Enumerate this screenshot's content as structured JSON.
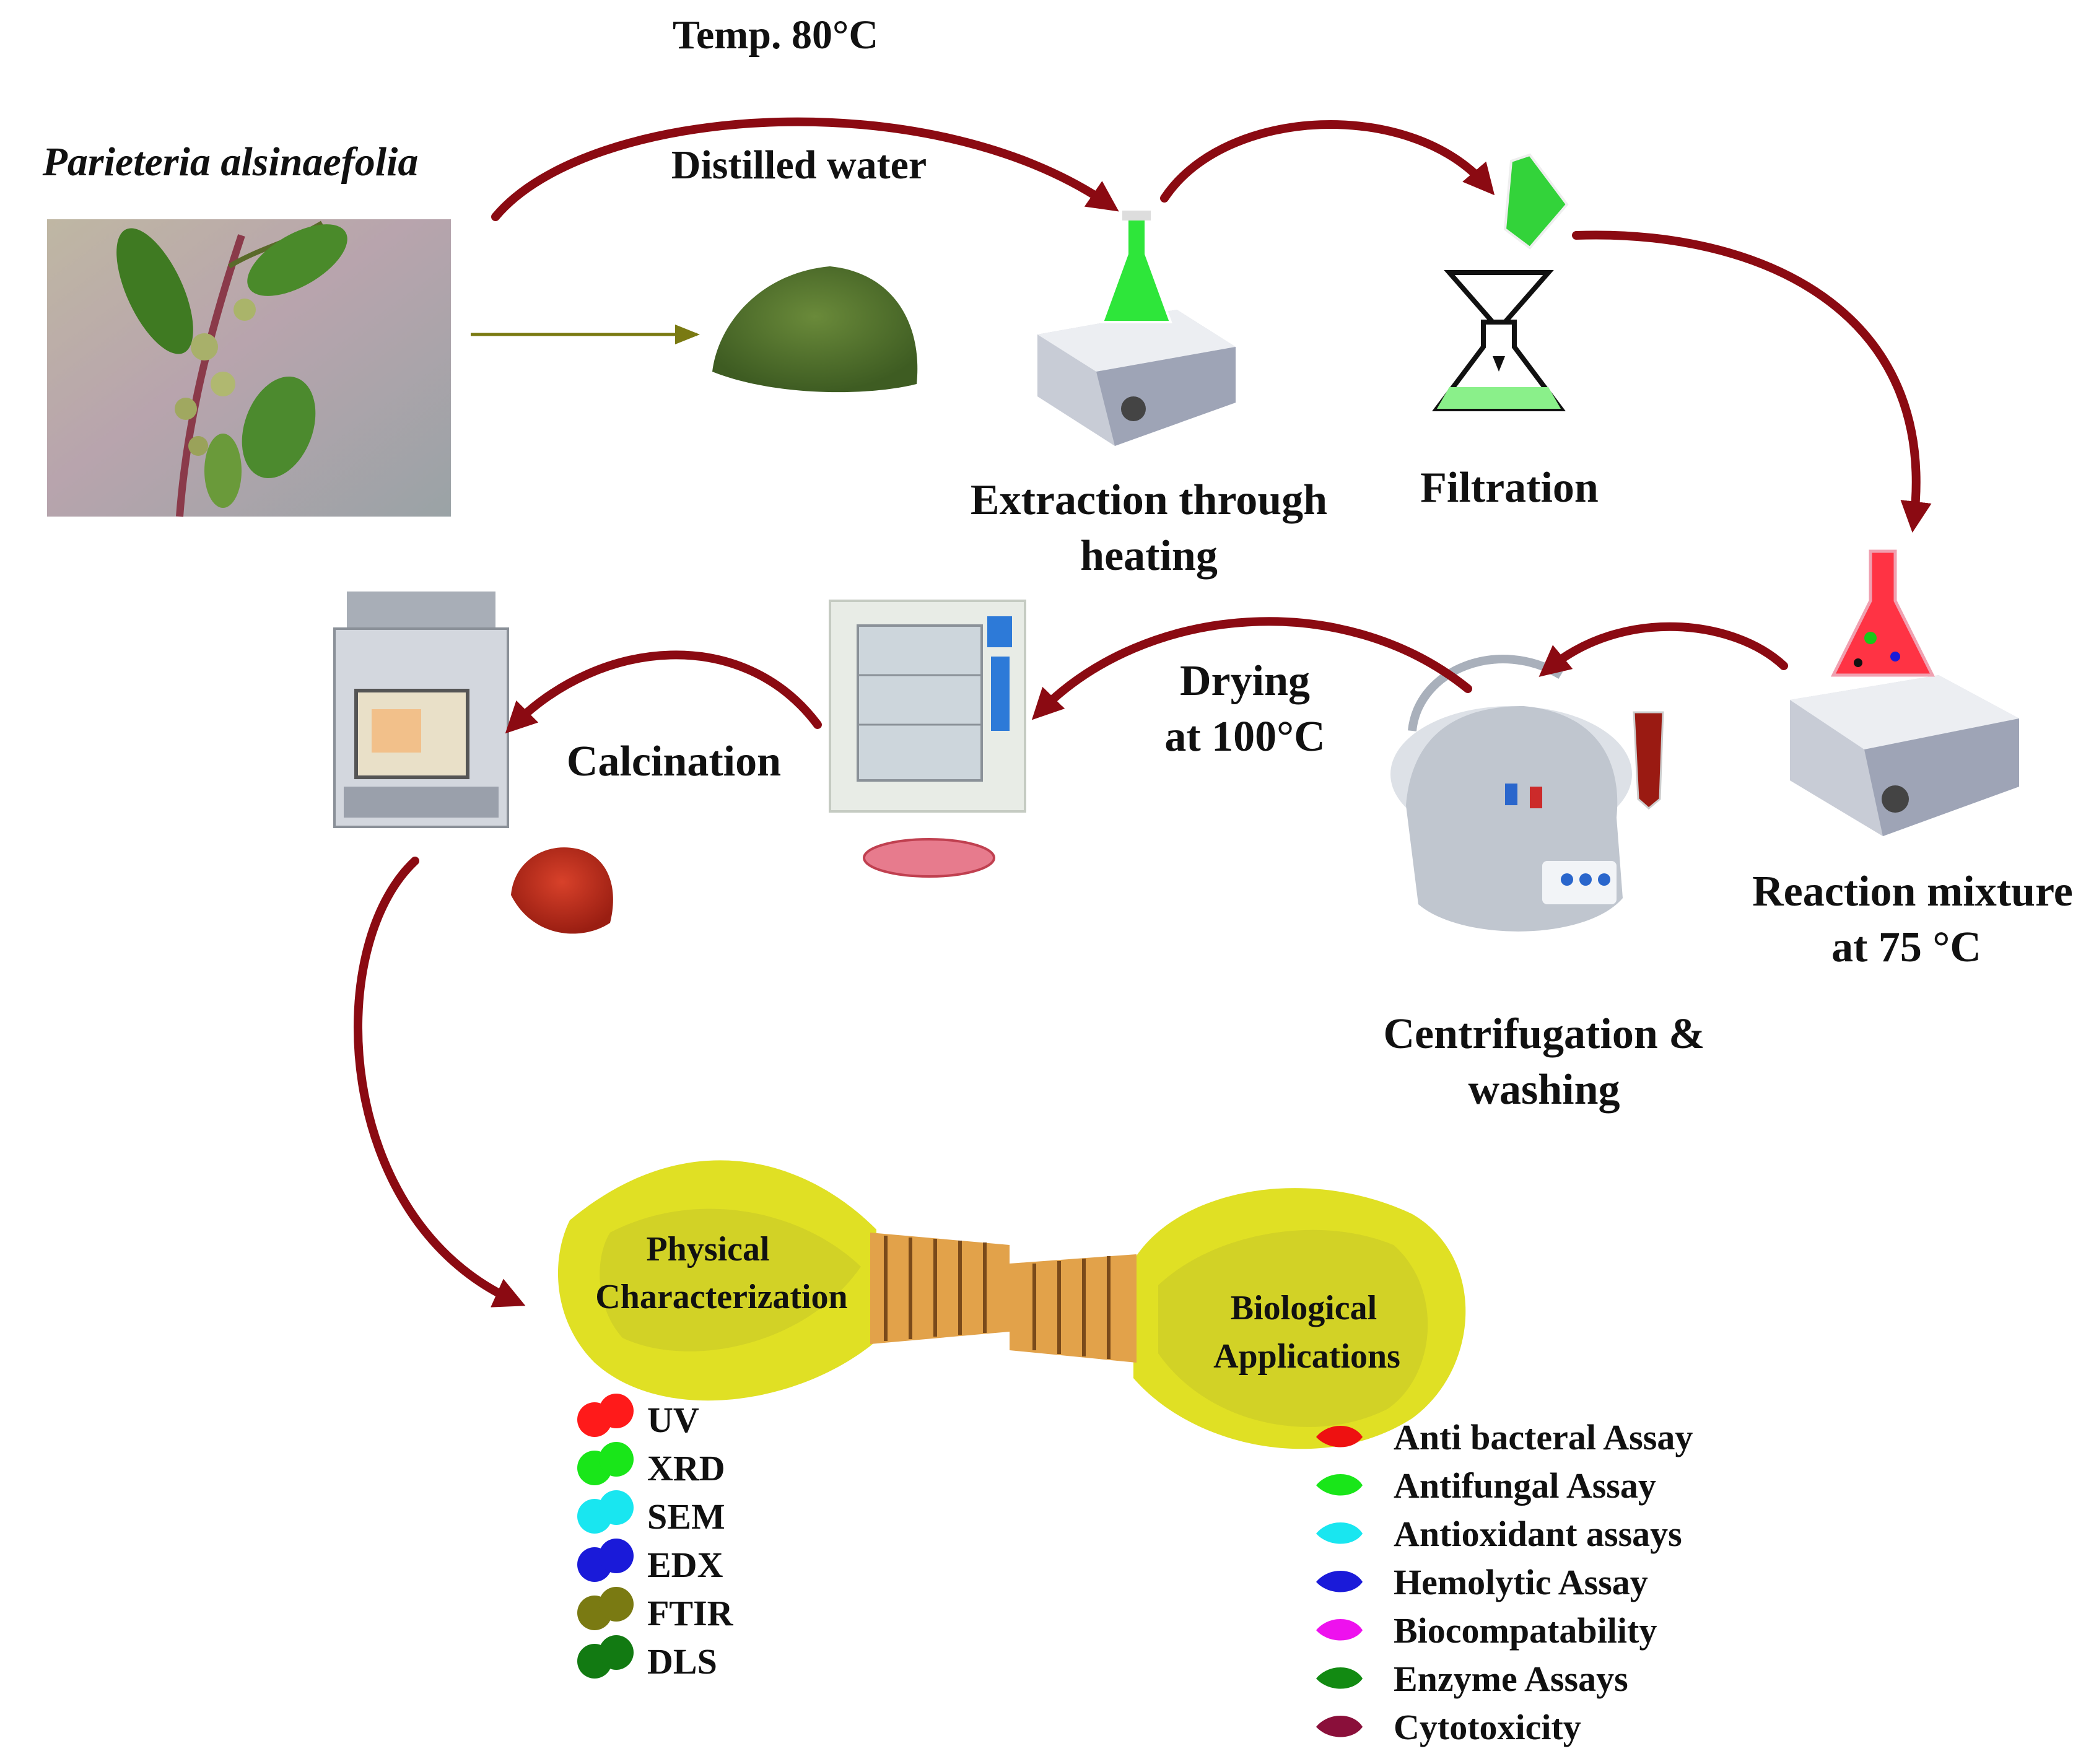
{
  "plant_name": "Parieteria alsinaefolia",
  "conditions": {
    "temperature": "Temp. 80°C",
    "solvent": "Distilled water"
  },
  "steps": {
    "extraction": [
      "Extraction through",
      "heating"
    ],
    "filtration": "Filtration",
    "reaction": [
      "Reaction mixture",
      "at 75 °C"
    ],
    "centrifugation": [
      "Centrifugation &",
      "washing"
    ],
    "drying": [
      "Drying",
      "at 100°C"
    ],
    "calcination": "Calcination"
  },
  "hub": {
    "left": [
      "Physical",
      "Characterization"
    ],
    "right": [
      "Biological",
      "Applications"
    ]
  },
  "characterization": [
    {
      "label": "UV",
      "color": "#ff1a1a"
    },
    {
      "label": "XRD",
      "color": "#19e619"
    },
    {
      "label": "SEM",
      "color": "#19e6f0"
    },
    {
      "label": "EDX",
      "color": "#1a1ad9"
    },
    {
      "label": "FTIR",
      "color": "#7a7a12"
    },
    {
      "label": "DLS",
      "color": "#127a12"
    }
  ],
  "applications": [
    {
      "label": "Anti bacteral Assay",
      "color": "#ee1111"
    },
    {
      "label": "Antifungal Assay",
      "color": "#19e619"
    },
    {
      "label": "Antioxidant assays",
      "color": "#19e6f0"
    },
    {
      "label": "Hemolytic Assay",
      "color": "#1a1ad9"
    },
    {
      "label": "Biocompatability",
      "color": "#ee11ee"
    },
    {
      "label": "Enzyme Assays",
      "color": "#128a12"
    },
    {
      "label": "Cytotoxicity",
      "color": "#8a0f3a"
    }
  ],
  "colors": {
    "arrow": "#8b0a12",
    "hub": "#e0e024",
    "coil": "#e2a24a"
  }
}
